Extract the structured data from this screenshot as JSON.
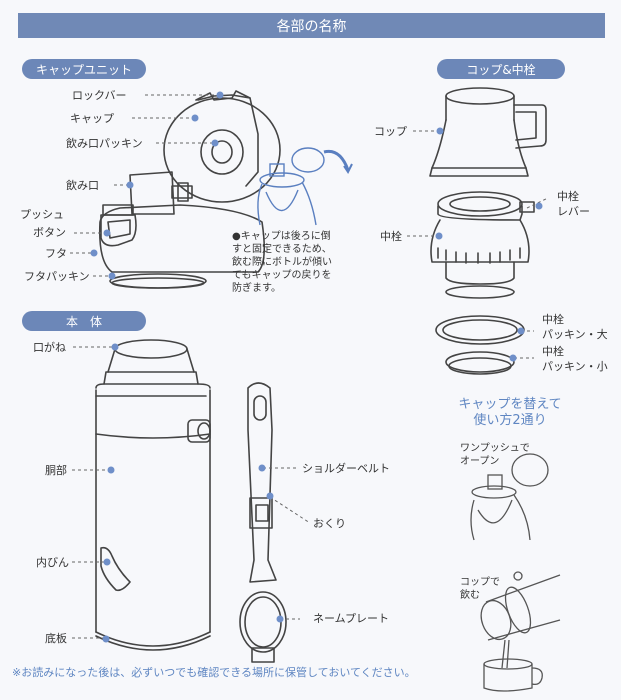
{
  "header": {
    "title": "各部の名称"
  },
  "sections": {
    "cap_unit": {
      "label": "キャップユニット",
      "parts": {
        "lock_bar": "ロックバー",
        "cap": "キャップ",
        "mouth_packing": "飲み口パッキン",
        "mouthpiece": "飲み口",
        "push_button_line1": "プッシュ",
        "push_button_line2": "ボタン",
        "lid": "フタ",
        "lid_packing": "フタパッキン"
      },
      "note": [
        "●キャップは後ろに倒",
        "すと固定できるため、",
        "飲む際にボトルが傾い",
        "てもキャップの戻りを",
        "防ぎます。"
      ]
    },
    "cup_stopper": {
      "label": "コップ&中栓",
      "parts": {
        "cup": "コップ",
        "stopper_lever_line1": "中栓",
        "stopper_lever_line2": "レバー",
        "stopper": "中栓",
        "packing_large_line1": "中栓",
        "packing_large_line2": "パッキン・大",
        "packing_small_line1": "中栓",
        "packing_small_line2": "パッキン・小"
      }
    },
    "body": {
      "label": "本　体",
      "parts": {
        "mouth_ring": "口がね",
        "barrel": "胴部",
        "inner_bottle": "内びん",
        "bottom_plate": "底板",
        "shoulder_belt": "ショルダーベルト",
        "slider": "おくり",
        "name_plate": "ネームプレート"
      }
    },
    "usage": {
      "heading_line1": "キャップを替えて",
      "heading_line2": "使い方2通り",
      "mode1_line1": "ワンプッシュで",
      "mode1_line2": "オープン",
      "mode2_line1": "コップで",
      "mode2_line2": "飲む"
    }
  },
  "footer": {
    "note": "※お読みになった後は、必ずいつでも確認できる場所に保管しておいてください。"
  },
  "colors": {
    "title_bar": "#7089b6",
    "pill": "#6c87b8",
    "accent_text": "#5f86c2",
    "leader_dot": "#6f8fc9",
    "line_art": "#444444",
    "usage_art": "#5a7fc0"
  }
}
